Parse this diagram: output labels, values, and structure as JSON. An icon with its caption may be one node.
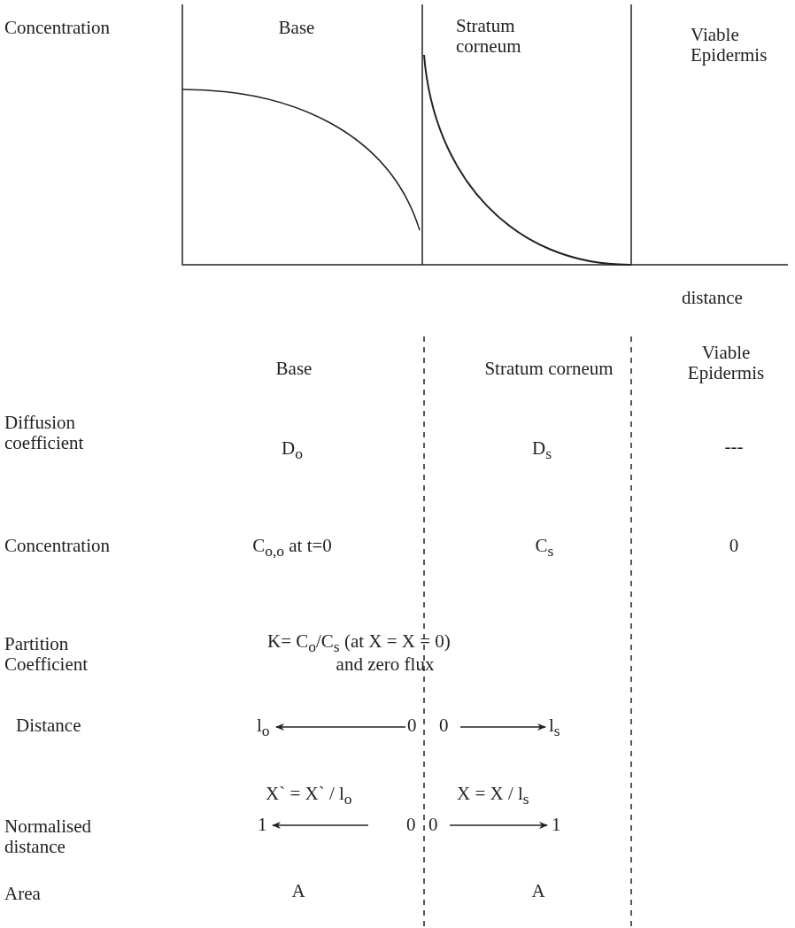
{
  "diagram": {
    "labels": [
      "Concentration",
      "Base",
      "Stratum corneum",
      "Viable Epidermis",
      "distance",
      "Base",
      "Stratum corneum",
      "Viable Epidermis",
      "Diffusion coefficient",
      "D$_{o}$",
      "D$_{s}$",
      "---",
      "Concentration",
      "C$_{o,o}$ at t=0",
      "C$_{s}$",
      "0",
      "Partition Coefficient",
      "K= C$_{o}$/C$_{s}$  (at X   = X = 0)",
      "and zero flux",
      "Distance",
      "l$_{o}$",
      "0",
      "0",
      "l$_{s}$",
      "X` = X` / l$_{o}$",
      "X = X / l$_{s}$",
      "Normalised distance",
      "1",
      "0",
      "0",
      "1",
      "Area",
      "A",
      "A"
    ]
  }
}
